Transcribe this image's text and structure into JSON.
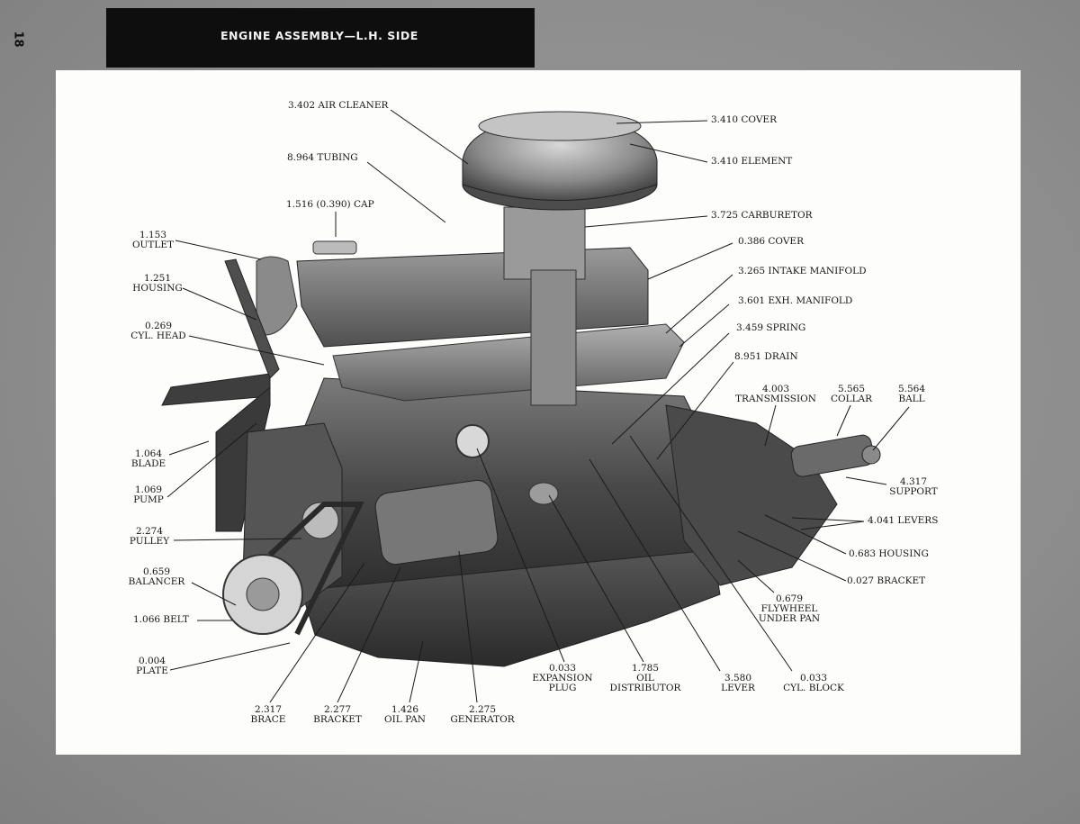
{
  "page_number": "18",
  "header": {
    "title": "ENGINE ASSEMBLY—L.H. SIDE"
  },
  "labels": {
    "air_cleaner": "3.402 AIR CLEANER",
    "tubing": "8.964 TUBING",
    "cap": "1.516 (0.390) CAP",
    "outlet_num": "1.153",
    "outlet": "OUTLET",
    "housing_num": "1.251",
    "housing": "HOUSING",
    "cyl_head_num": "0.269",
    "cyl_head": "CYL. HEAD",
    "blade_num": "1.064",
    "blade": "BLADE",
    "pump_num": "1.069",
    "pump": "PUMP",
    "pulley_num": "2.274",
    "pulley": "PULLEY",
    "balancer_num": "0.659",
    "balancer": "BALANCER",
    "belt": "1.066  BELT",
    "plate_num": "0.004",
    "plate": "PLATE",
    "brace_num": "2.317",
    "brace": "BRACE",
    "bracket_num": "2.277",
    "bracket": "BRACKET",
    "oil_pan_num": "1.426",
    "oil_pan": "OIL PAN",
    "generator_num": "2.275",
    "generator": "GENERATOR",
    "expansion_num": "0.033",
    "expansion_1": "EXPANSION",
    "expansion_2": "PLUG",
    "oil_dist_num": "1.785",
    "oil_dist_1": "OIL",
    "oil_dist_2": "DISTRIBUTOR",
    "lever_num": "3.580",
    "lever": "LEVER",
    "cyl_block_num": "0.033",
    "cyl_block": "CYL. BLOCK",
    "flywheel_num": "0.679",
    "flywheel_1": "FLYWHEEL",
    "flywheel_2": "UNDER PAN",
    "bracket_027": "0.027 BRACKET",
    "housing_683": "0.683 HOUSING",
    "levers": "4.041 LEVERS",
    "support_num": "4.317",
    "support": "SUPPORT",
    "ball_num": "5.564",
    "ball": "BALL",
    "collar_num": "5.565",
    "collar": "COLLAR",
    "transmission_num": "4.003",
    "transmission": "TRANSMISSION",
    "drain": "8.951 DRAIN",
    "spring": "3.459 SPRING",
    "exh_manifold": "3.601 EXH. MANIFOLD",
    "intake_manifold": "3.265 INTAKE MANIFOLD",
    "cover_386": "0.386 COVER",
    "carburetor": "3.725 CARBURETOR",
    "element": "3.410 ELEMENT",
    "cover_410": "3.410 COVER"
  },
  "colors": {
    "panel": "#fdfdfb",
    "header_bar": "#0e0e0e",
    "engine_dark": "#3a3a3a",
    "engine_mid": "#6e6e6e"
  }
}
